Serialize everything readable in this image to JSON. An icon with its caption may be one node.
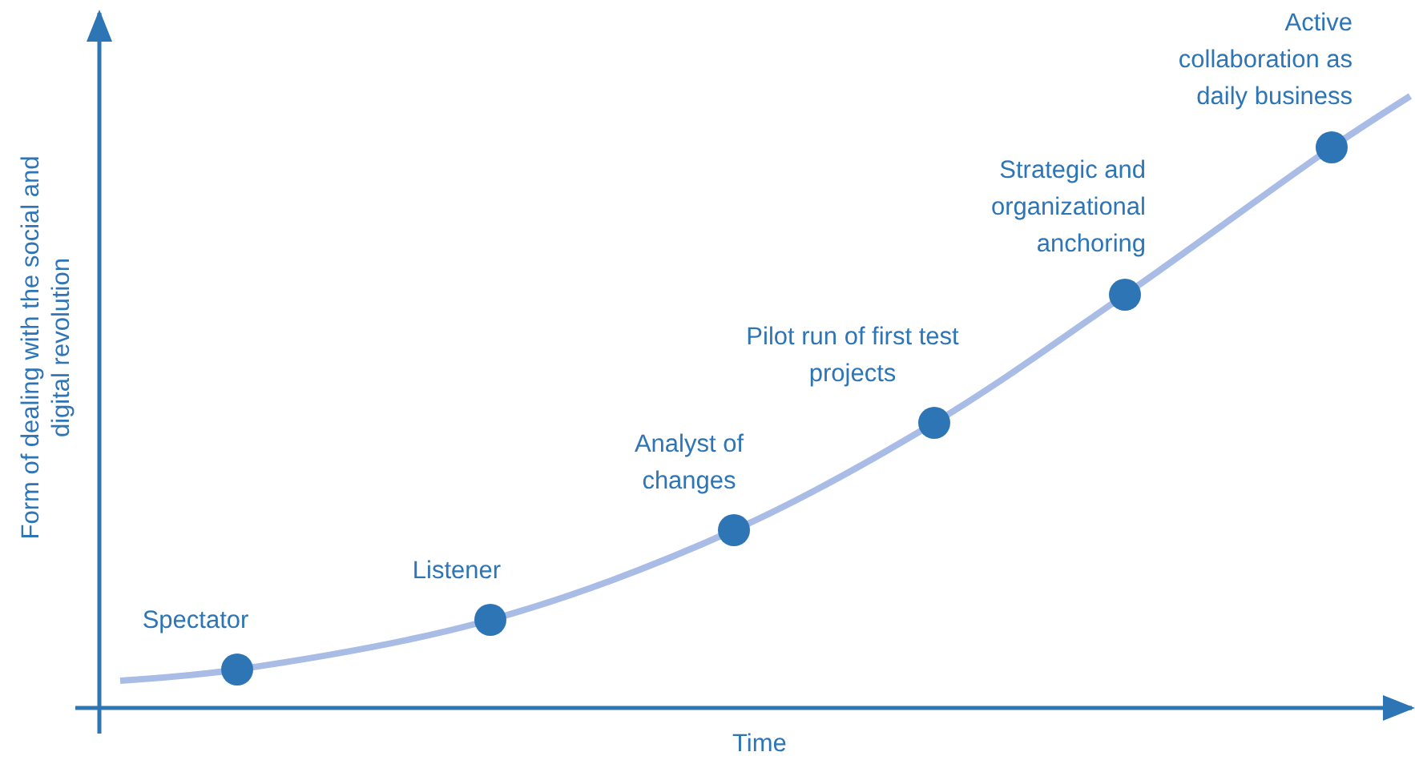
{
  "diagram": {
    "nodes": [
      {
        "text": [
          "Spectator"
        ]
      },
      {
        "text": [
          "Listener"
        ]
      },
      {
        "text": [
          "Analyst of changes"
        ]
      },
      {
        "text": [
          "Pilot run of first test projects"
        ]
      },
      {
        "text": [
          "Strategic and organizational anchoring"
        ]
      },
      {
        "text": [
          "Active collaboration as daily business"
        ]
      }
    ],
    "edges": [],
    "labels": [
      "Form of dealing with the social and digital revolution",
      "Time"
    ]
  }
}
